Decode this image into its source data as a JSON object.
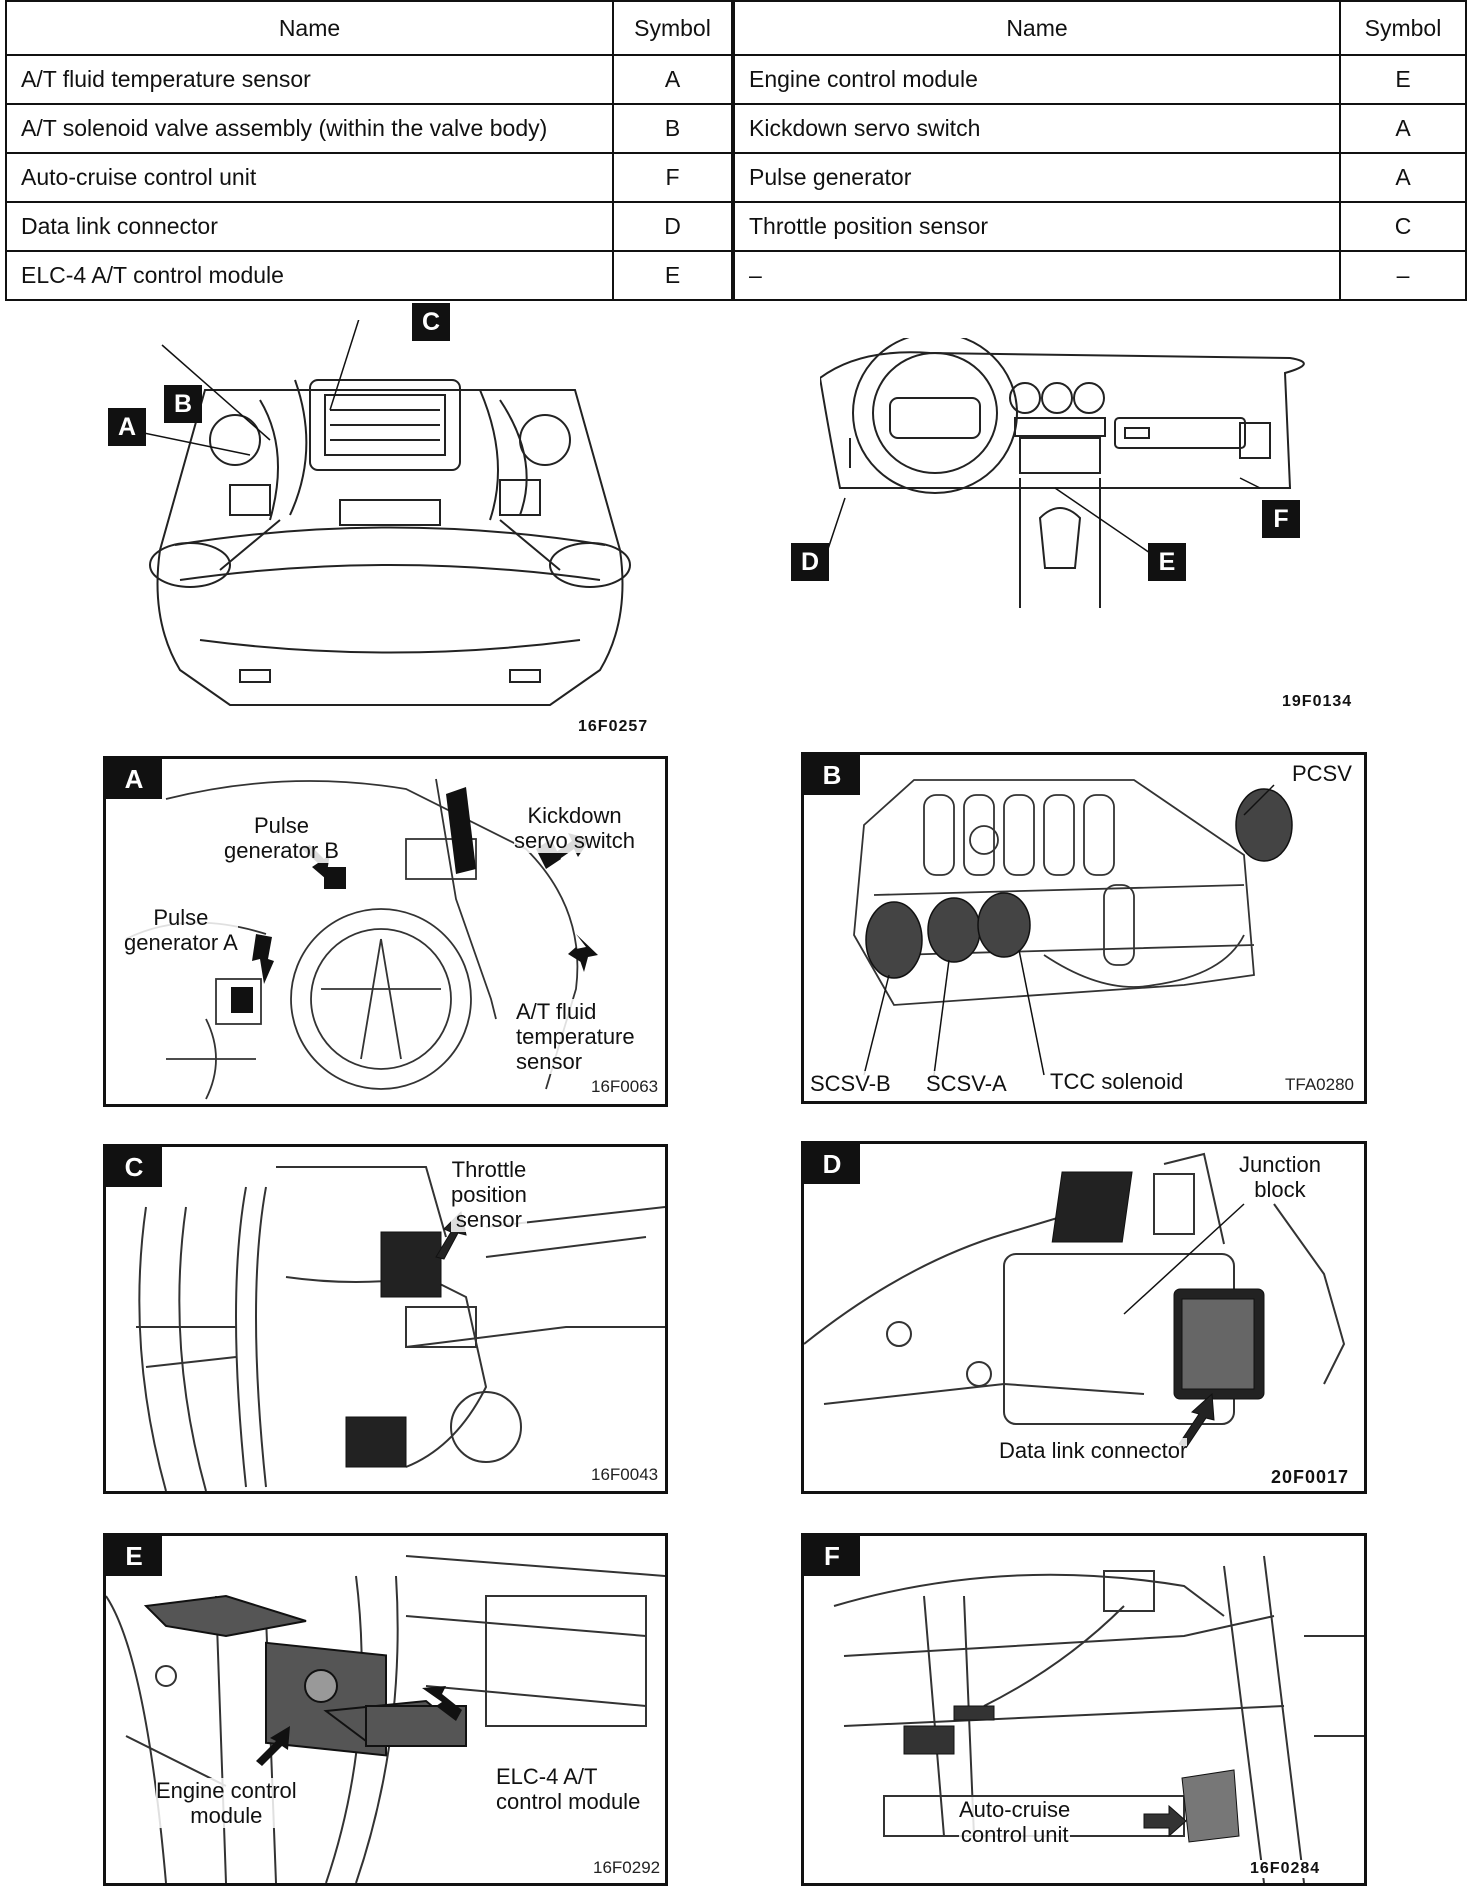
{
  "table": {
    "headers": {
      "name_left": "Name",
      "symbol_left": "Symbol",
      "name_right": "Name",
      "symbol_right": "Symbol"
    },
    "rows": [
      {
        "name_left": "A/T fluid temperature sensor",
        "symbol_left": "A",
        "name_right": "Engine control module",
        "symbol_right": "E"
      },
      {
        "name_left": "A/T solenoid valve assembly (within the valve body)",
        "symbol_left": "B",
        "name_right": "Kickdown servo switch",
        "symbol_right": "A"
      },
      {
        "name_left": "Auto-cruise control unit",
        "symbol_left": "F",
        "name_right": "Pulse generator",
        "symbol_right": "A"
      },
      {
        "name_left": "Data link connector",
        "symbol_left": "D",
        "name_right": "Throttle position sensor",
        "symbol_right": "C"
      },
      {
        "name_left": "ELC-4 A/T control module",
        "symbol_left": "E",
        "name_right": "–",
        "symbol_right": "–"
      }
    ]
  },
  "overview": {
    "engine_bay": {
      "code": "16F0257",
      "callouts": [
        "A",
        "B",
        "C"
      ]
    },
    "dashboard": {
      "code": "19F0134",
      "callouts": [
        "D",
        "E",
        "F"
      ]
    }
  },
  "panels": {
    "a": {
      "tag": "A",
      "code": "16F0063",
      "labels": {
        "pulse_b": "Pulse\ngenerator B",
        "kickdown": "Kickdown\nservo switch",
        "pulse_a": "Pulse\ngenerator A",
        "fluid": "A/T fluid\ntemperature\nsensor"
      }
    },
    "b": {
      "tag": "B",
      "code": "TFA0280",
      "labels": {
        "pcsv": "PCSV",
        "scsv_b": "SCSV-B",
        "scsv_a": "SCSV-A",
        "tcc": "TCC solenoid"
      }
    },
    "c": {
      "tag": "C",
      "code": "16F0043",
      "labels": {
        "tps": "Throttle\nposition\nsensor"
      }
    },
    "d": {
      "tag": "D",
      "code": "20F0017",
      "labels": {
        "junction": "Junction\nblock",
        "dlc": "Data link connector"
      }
    },
    "e": {
      "tag": "E",
      "code": "16F0292",
      "labels": {
        "ecm": "Engine control\nmodule",
        "elc": "ELC-4 A/T\ncontrol module"
      }
    },
    "f": {
      "tag": "F",
      "code": "16F0284",
      "labels": {
        "acc": "Auto-cruise\ncontrol unit"
      }
    }
  }
}
